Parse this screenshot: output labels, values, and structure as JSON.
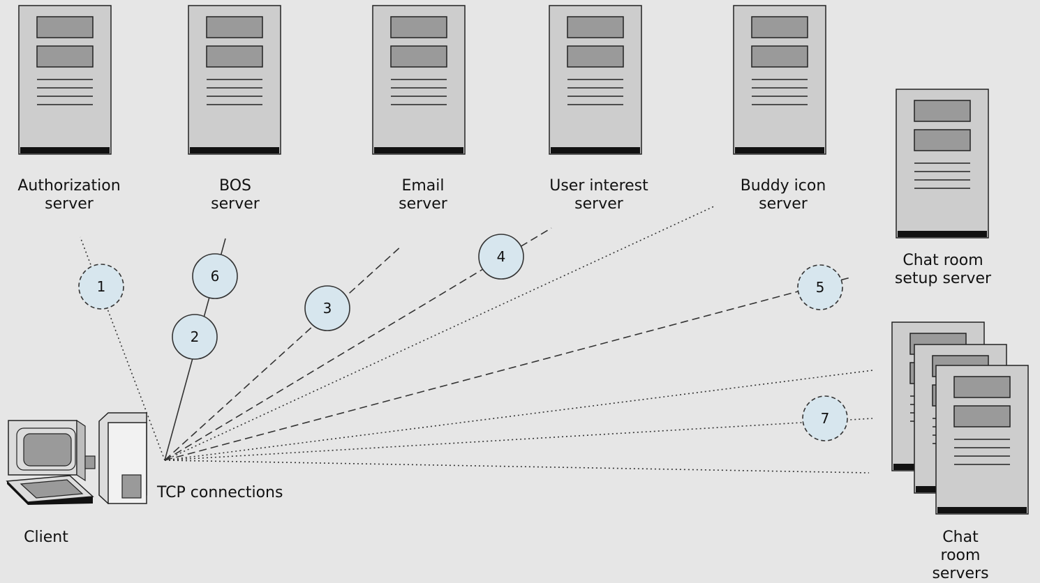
{
  "servers": [
    {
      "id": "authorization",
      "label": "Authorization\nserver"
    },
    {
      "id": "bos",
      "label": "BOS\nserver"
    },
    {
      "id": "email",
      "label": "Email\nserver"
    },
    {
      "id": "user-interest",
      "label": "User interest\nserver"
    },
    {
      "id": "buddy-icon",
      "label": "Buddy icon\nserver"
    },
    {
      "id": "chat-room-setup",
      "label": "Chat room\nsetup server"
    },
    {
      "id": "chat-room",
      "label": "Chat room servers"
    }
  ],
  "client": {
    "label": "Client"
  },
  "tcp_label": "TCP connections",
  "steps": [
    "1",
    "2",
    "3",
    "4",
    "5",
    "6",
    "7"
  ],
  "colors": {
    "background": "#e6e6e6",
    "server_fill": "#cdcdcd",
    "server_panel": "#9a9a9a",
    "step_circle_fill": "#d7e6ee"
  }
}
